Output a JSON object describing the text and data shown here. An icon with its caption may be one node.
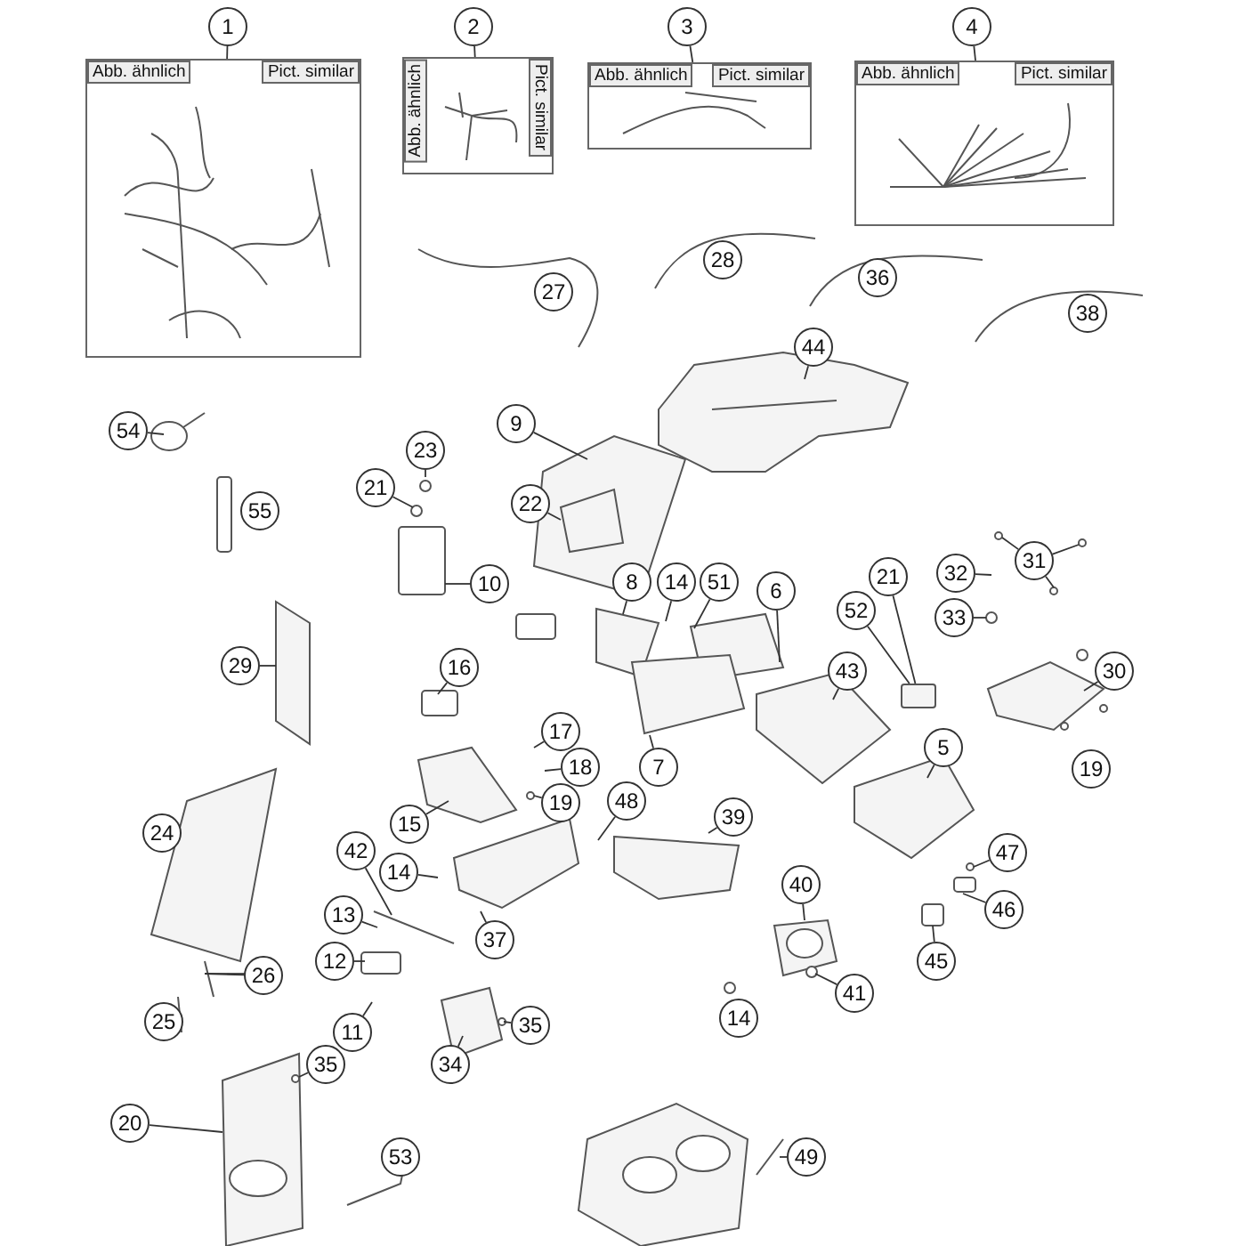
{
  "diagram": {
    "nodes": [
      {
        "text": [
          "1"
        ]
      },
      {
        "text": [
          "Abb. ähnlich",
          "Pict. similar"
        ]
      },
      {
        "text": [
          "2"
        ]
      },
      {
        "text": [
          "Abb. ähnlich",
          "Pict. similar"
        ]
      },
      {
        "text": [
          "3"
        ]
      },
      {
        "text": [
          "Abb. ähnlich",
          "Pict. similar"
        ]
      },
      {
        "text": [
          "4"
        ]
      },
      {
        "text": [
          "Abb. ähnlich",
          "Pict. similar"
        ]
      },
      {
        "text": [
          "44"
        ]
      },
      {
        "text": [
          "54"
        ]
      },
      {
        "text": [
          "9"
        ]
      },
      {
        "text": [
          "23"
        ]
      },
      {
        "text": [
          "21"
        ]
      },
      {
        "text": [
          "22"
        ]
      },
      {
        "text": [
          "10"
        ]
      },
      {
        "text": [
          "8"
        ]
      },
      {
        "text": [
          "14"
        ]
      },
      {
        "text": [
          "51"
        ]
      },
      {
        "text": [
          "6"
        ]
      },
      {
        "text": [
          "21"
        ]
      },
      {
        "text": [
          "52"
        ]
      },
      {
        "text": [
          "32"
        ]
      },
      {
        "text": [
          "31"
        ]
      },
      {
        "text": [
          "33"
        ]
      },
      {
        "text": [
          "29"
        ]
      },
      {
        "text": [
          "16"
        ]
      },
      {
        "text": [
          "43"
        ]
      },
      {
        "text": [
          "30"
        ]
      },
      {
        "text": [
          "17"
        ]
      },
      {
        "text": [
          "5"
        ]
      },
      {
        "text": [
          "18"
        ]
      },
      {
        "text": [
          "7"
        ]
      },
      {
        "text": [
          "19"
        ]
      },
      {
        "text": [
          "48"
        ]
      },
      {
        "text": [
          "39"
        ]
      },
      {
        "text": [
          "15"
        ]
      },
      {
        "text": [
          "42"
        ]
      },
      {
        "text": [
          "14"
        ]
      },
      {
        "text": [
          "47"
        ]
      },
      {
        "text": [
          "40"
        ]
      },
      {
        "text": [
          "46"
        ]
      },
      {
        "text": [
          "13"
        ]
      },
      {
        "text": [
          "37"
        ]
      },
      {
        "text": [
          "45"
        ]
      },
      {
        "text": [
          "12"
        ]
      },
      {
        "text": [
          "26"
        ]
      },
      {
        "text": [
          "41"
        ]
      },
      {
        "text": [
          "35"
        ]
      },
      {
        "text": [
          "11"
        ]
      },
      {
        "text": [
          "34"
        ]
      },
      {
        "text": [
          "35"
        ]
      },
      {
        "text": [
          "20"
        ]
      },
      {
        "text": [
          "49"
        ]
      },
      {
        "text": [
          "27"
        ]
      },
      {
        "text": [
          "28"
        ]
      },
      {
        "text": [
          "36"
        ]
      },
      {
        "text": [
          "38"
        ]
      },
      {
        "text": [
          "55"
        ]
      },
      {
        "text": [
          "19"
        ]
      },
      {
        "text": [
          "24"
        ]
      },
      {
        "text": [
          "25"
        ]
      },
      {
        "text": [
          "14"
        ]
      },
      {
        "text": [
          "53"
        ]
      },
      {
        "text": [],
        "shape": "box"
      }
    ],
    "edges": [
      {
        "from": 0,
        "to": 1,
        "arrow": "none"
      },
      {
        "from": 2,
        "to": 3,
        "arrow": "none"
      },
      {
        "from": 4,
        "to": 5,
        "arrow": "none"
      },
      {
        "from": 6,
        "to": 7,
        "arrow": "none"
      },
      {
        "from": 8,
        "to": null,
        "arrow": "none"
      },
      {
        "from": 9,
        "to": null,
        "arrow": "none"
      },
      {
        "from": 10,
        "to": null,
        "arrow": "none"
      },
      {
        "from": 11,
        "to": null,
        "arrow": "none"
      },
      {
        "from": 12,
        "to": null,
        "arrow": "none"
      },
      {
        "from": 13,
        "to": null,
        "arrow": "none"
      },
      {
        "from": 14,
        "to": null,
        "arrow": "none"
      },
      {
        "from": 15,
        "to": null,
        "arrow": "none"
      },
      {
        "from": 16,
        "to": null,
        "arrow": "none"
      },
      {
        "from": 17,
        "to": null,
        "arrow": "none"
      },
      {
        "from": 18,
        "to": null,
        "arrow": "none"
      },
      {
        "from": 19,
        "to": 63,
        "arrow": "none"
      },
      {
        "from": 20,
        "to": 63,
        "arrow": "none"
      },
      {
        "from": 21,
        "to": null,
        "arrow": "none"
      },
      {
        "from": 22,
        "to": null,
        "arrow": "none"
      },
      {
        "from": 22,
        "to": null,
        "arrow": "none"
      },
      {
        "from": 22,
        "to": null,
        "arrow": "none"
      },
      {
        "from": 23,
        "to": null,
        "arrow": "none"
      },
      {
        "from": 24,
        "to": null,
        "arrow": "none"
      },
      {
        "from": 25,
        "to": null,
        "arrow": "none"
      },
      {
        "from": 26,
        "to": null,
        "arrow": "none"
      },
      {
        "from": 27,
        "to": null,
        "arrow": "none"
      },
      {
        "from": 28,
        "to": null,
        "arrow": "none"
      },
      {
        "from": 29,
        "to": null,
        "arrow": "none"
      },
      {
        "from": 30,
        "to": null,
        "arrow": "none"
      },
      {
        "from": 31,
        "to": null,
        "arrow": "none"
      },
      {
        "from": 32,
        "to": null,
        "arrow": "none"
      },
      {
        "from": 33,
        "to": null,
        "arrow": "none"
      },
      {
        "from": 34,
        "to": null,
        "arrow": "none"
      },
      {
        "from": 35,
        "to": null,
        "arrow": "none"
      },
      {
        "from": 36,
        "to": null,
        "arrow": "none"
      },
      {
        "from": 37,
        "to": null,
        "arrow": "none"
      },
      {
        "from": 38,
        "to": null,
        "arrow": "none"
      },
      {
        "from": 39,
        "to": null,
        "arrow": "none"
      },
      {
        "from": 40,
        "to": null,
        "arrow": "none"
      },
      {
        "from": 41,
        "to": null,
        "arrow": "none"
      },
      {
        "from": 42,
        "to": null,
        "arrow": "none"
      },
      {
        "from": 43,
        "to": null,
        "arrow": "none"
      },
      {
        "from": 44,
        "to": null,
        "arrow": "none"
      },
      {
        "from": 45,
        "to": null,
        "arrow": "none"
      },
      {
        "from": 46,
        "to": null,
        "arrow": "none"
      },
      {
        "from": 47,
        "to": null,
        "arrow": "none"
      },
      {
        "from": 48,
        "to": null,
        "arrow": "none"
      },
      {
        "from": 49,
        "to": null,
        "arrow": "none"
      },
      {
        "from": 50,
        "to": null,
        "arrow": "none"
      },
      {
        "from": 51,
        "to": null,
        "arrow": "none"
      },
      {
        "from": 52,
        "to": null,
        "arrow": "none"
      }
    ]
  }
}
